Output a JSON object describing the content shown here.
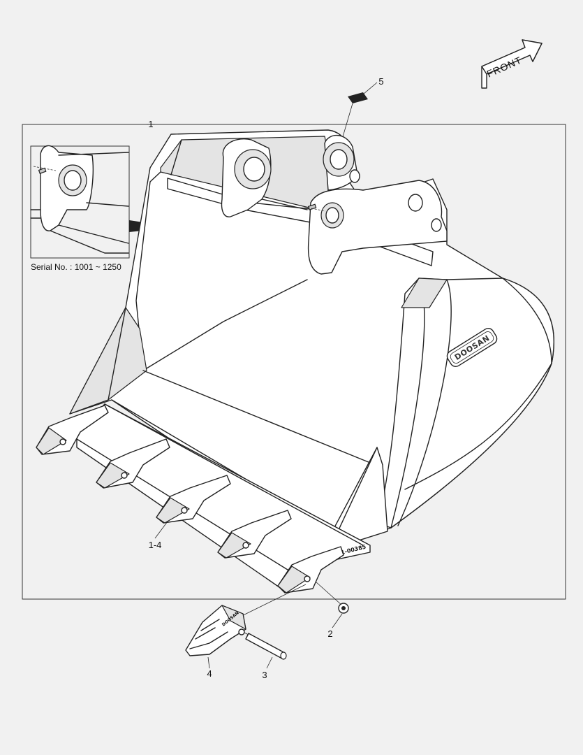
{
  "front_arrow": {
    "label": "FRONT"
  },
  "detail_inset": {
    "caption": "Serial No. : 1001 ~ 1250"
  },
  "callouts": {
    "assembly": "1",
    "pin_washer": "2",
    "pin": "3",
    "tooth_point": "4",
    "tooth_group": "1-4",
    "label_plate": "5"
  },
  "bucket": {
    "logo": "DOOSAN",
    "part_stamp": "250111-00385"
  },
  "tooth_detail": {
    "logo": "DOOSAN"
  },
  "colors": {
    "line": "#222222",
    "background": "#f1f1f1",
    "fill": "#ffffff",
    "shade": "#e4e4e4"
  }
}
